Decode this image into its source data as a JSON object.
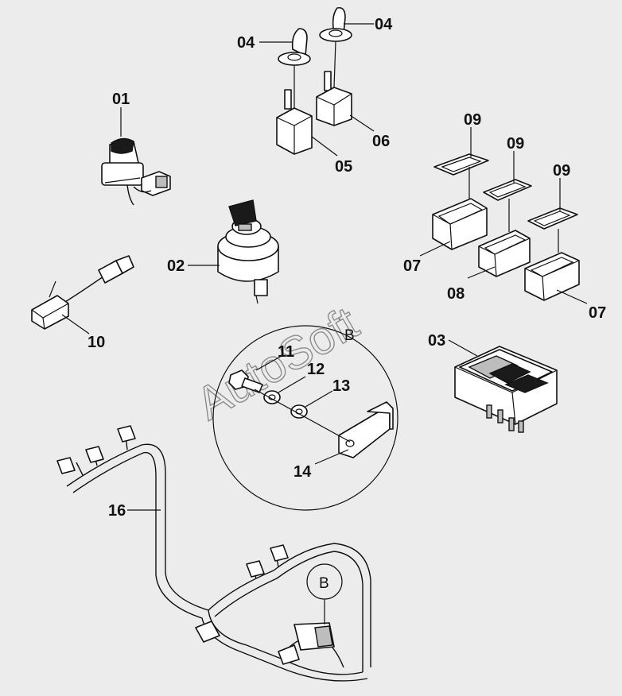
{
  "watermark": "AutoSoft",
  "detail_marker": "B",
  "labels": {
    "p01": "01",
    "p02": "02",
    "p03": "03",
    "p04a": "04",
    "p04b": "04",
    "p05": "05",
    "p06": "06",
    "p07a": "07",
    "p07b": "07",
    "p08": "08",
    "p09a": "09",
    "p09b": "09",
    "p09c": "09",
    "p10": "10",
    "p11": "11",
    "p12": "12",
    "p13": "13",
    "p14": "14",
    "p16": "16"
  }
}
